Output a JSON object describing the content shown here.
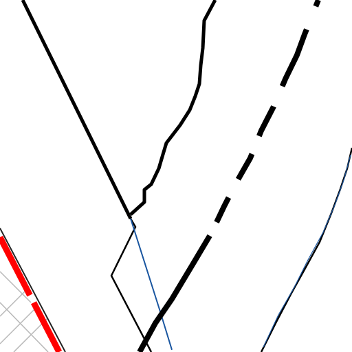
{
  "map": {
    "style": "line-only map tile",
    "background": "#ffffff",
    "colors": {
      "boundary": "#000000",
      "water_line": "#1a56a0",
      "rail_red": "#ff0000",
      "grid": "#b8b8b8"
    },
    "features": [
      {
        "name": "boundary-line-thick-diagonal",
        "kind": "boundary"
      },
      {
        "name": "boundary-line-irregular",
        "kind": "boundary"
      },
      {
        "name": "boundary-line-dashed",
        "kind": "boundary"
      },
      {
        "name": "boundary-line-dashed-continuation",
        "kind": "boundary"
      },
      {
        "name": "boundary-line-thin-right",
        "kind": "boundary"
      },
      {
        "name": "boundary-line-thin-wedge",
        "kind": "boundary"
      },
      {
        "name": "water-line-blue",
        "kind": "waterway"
      },
      {
        "name": "railway-red-dashed",
        "kind": "railway"
      },
      {
        "name": "grid-lines",
        "kind": "grid"
      }
    ]
  }
}
